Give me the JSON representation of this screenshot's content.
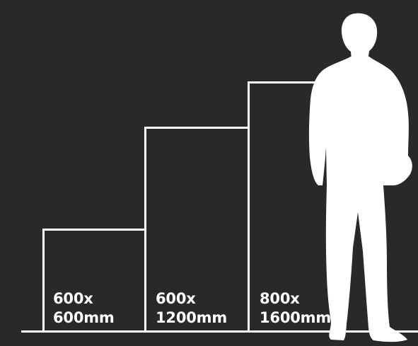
{
  "boxes": [
    {
      "line1": "600x",
      "line2": "600mm"
    },
    {
      "line1": "600x",
      "line2": "1200mm"
    },
    {
      "line1": "800x",
      "line2": "1600mm"
    }
  ],
  "colors": {
    "background": "#2b2828",
    "foreground": "#ffffff"
  },
  "icons": {
    "person": "person-silhouette-icon"
  }
}
